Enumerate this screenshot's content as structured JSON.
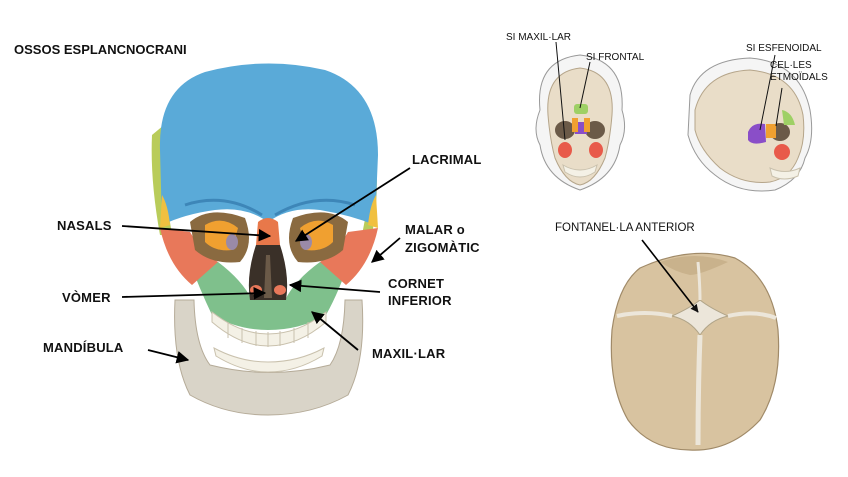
{
  "title": "OSSOS ESPLANCNOCRANI",
  "labels": {
    "nasals": "NASALS",
    "lacrimal": "LACRIMAL",
    "malar_line1": "MALAR o",
    "malar_line2": "ZIGOMÀTIC",
    "vomer": "VÒMER",
    "cornet_line1": "CORNET",
    "cornet_line2": "INFERIOR",
    "mandibula": "MANDÍBULA",
    "maxil_lar": "MAXIL·LAR"
  },
  "sinus_labels": {
    "si_maxil_lar": "SI MAXIL·LAR",
    "si_frontal": "SI FRONTAL",
    "si_esfenoidal": "SI ESFENOIDAL",
    "cel_les_line1": "CEL·LES",
    "cel_les_line2": "ETMOÏDALS"
  },
  "fontanel_label": "FONTANEL·LA ANTERIOR",
  "colors": {
    "frontal": "#5aaad8",
    "nasal": "#e8784a",
    "lacrimal": "#f0a030",
    "zygomatic": "#e8785a",
    "maxilla": "#7fc08c",
    "mandible": "#d9d4c8",
    "teeth": "#f4f1e6",
    "parietal_side": "#b9cc5a",
    "bone": "#e9ddc8",
    "skull_cap": "#d8c3a0",
    "sinus_frontal": "#9ed065",
    "sinus_sphenoid": "#8a4ec8",
    "sinus_maxillary": "#e85a4a",
    "sinus_ethmoid": "#f0a030"
  }
}
